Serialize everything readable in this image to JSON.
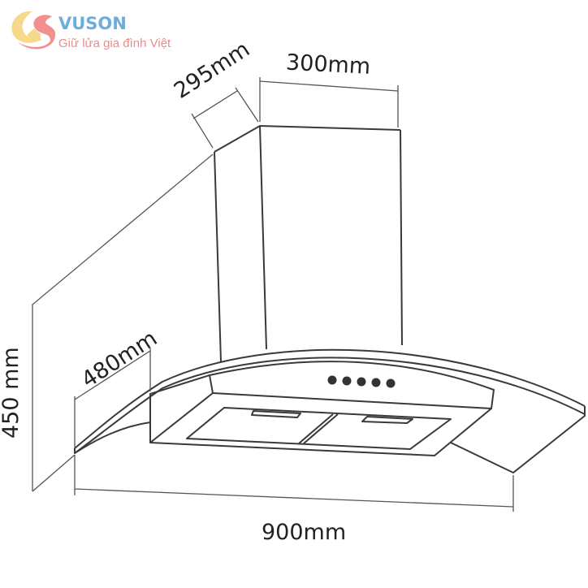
{
  "logo": {
    "brand": "VUSON",
    "slogan": "Giữ lửa gia đình Việt",
    "brand_color": "#6aaedc",
    "accent_color": "#f08c8c"
  },
  "dimensions": {
    "depth_duct": "295mm",
    "width_duct": "300mm",
    "height": "450 mm",
    "depth_hood": "480mm",
    "width_hood": "900mm"
  },
  "control_buttons": 5
}
